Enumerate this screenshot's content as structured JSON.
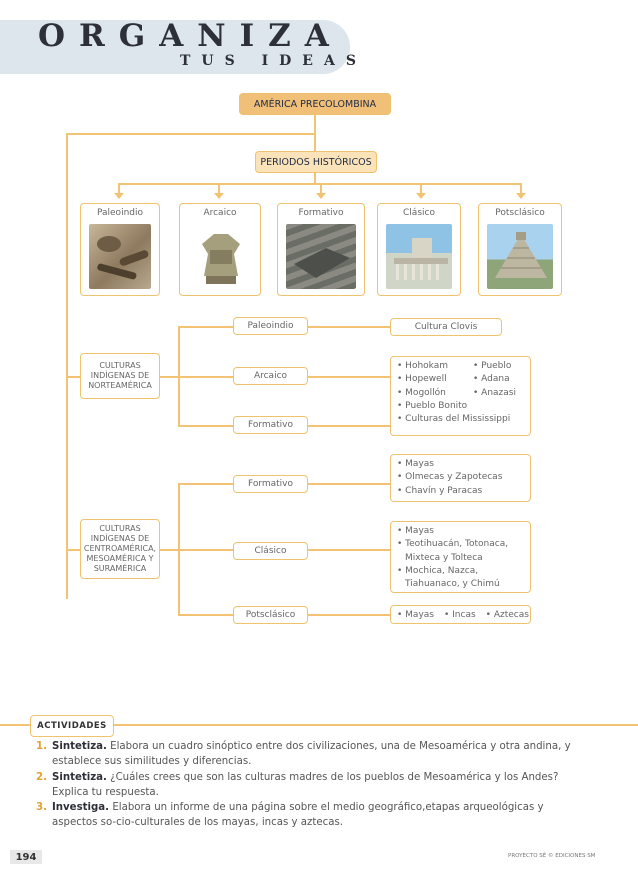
{
  "header": {
    "title": "ORGANIZA",
    "subtitle": "TUS IDEAS"
  },
  "top_box": "AMÉRICA PRECOLOMBINA",
  "periods_box": "PERIODOS HISTÓRICOS",
  "period_cards": [
    "Paleoindio",
    "Arcaico",
    "Formativo",
    "Clásico",
    "Potsclásico"
  ],
  "north": {
    "label": "CULTURAS INDÍGENAS DE NORTEAMÉRICA",
    "periods": [
      "Paleoindio",
      "Arcaico",
      "Formativo"
    ],
    "clovis": "Cultura Clovis",
    "list_col1": [
      "Hohokam",
      "Hopewell",
      "Mogollón",
      "Pueblo Bonito",
      "Culturas del Mississippi"
    ],
    "list_col2": [
      "Pueblo",
      "Adana",
      "Anazasi"
    ]
  },
  "south": {
    "label": "CULTURAS INDÍGENAS DE CENTROAMÉRICA, MESOAMÉRICA Y SURAMÉRICA",
    "periods": [
      "Formativo",
      "Clásico",
      "Potsclásico"
    ],
    "formativo_list": [
      "Mayas",
      "Olmecas y Zapotecas",
      "Chavín y Paracas"
    ],
    "clasico_list": [
      "Mayas",
      "Teotihuacán, Totonaca,",
      "Mixteca y Tolteca",
      "Mochica, Nazca,",
      "Tiahuanaco, y Chimú"
    ],
    "postclasico_list": [
      "Mayas",
      "Incas",
      "Aztecas"
    ]
  },
  "activities": {
    "title": "ACTIVIDADES",
    "items": [
      {
        "num": "1.",
        "verb": "Sintetiza.",
        "text": "Elabora un cuadro sinóptico entre dos civilizaciones, una de Mesoamérica y otra andina, y establece sus similitudes y diferencias."
      },
      {
        "num": "2.",
        "verb": "Sintetiza.",
        "text": "¿Cuáles crees que son las culturas madres de los pueblos de Mesoamérica y los Andes? Explica tu respuesta."
      },
      {
        "num": "3.",
        "verb": "Investiga.",
        "text": "Elabora un informe de una página sobre el medio geográfico,etapas arqueológicas y aspectos so-cio-culturales de los mayas, incas y aztecas."
      }
    ]
  },
  "footer": {
    "page": "194",
    "credit": "PROYECTO SÉ © EDICIONES SM"
  },
  "colors": {
    "accent": "#f2c375",
    "header_band": "#dce6ec",
    "number": "#e3a033"
  }
}
